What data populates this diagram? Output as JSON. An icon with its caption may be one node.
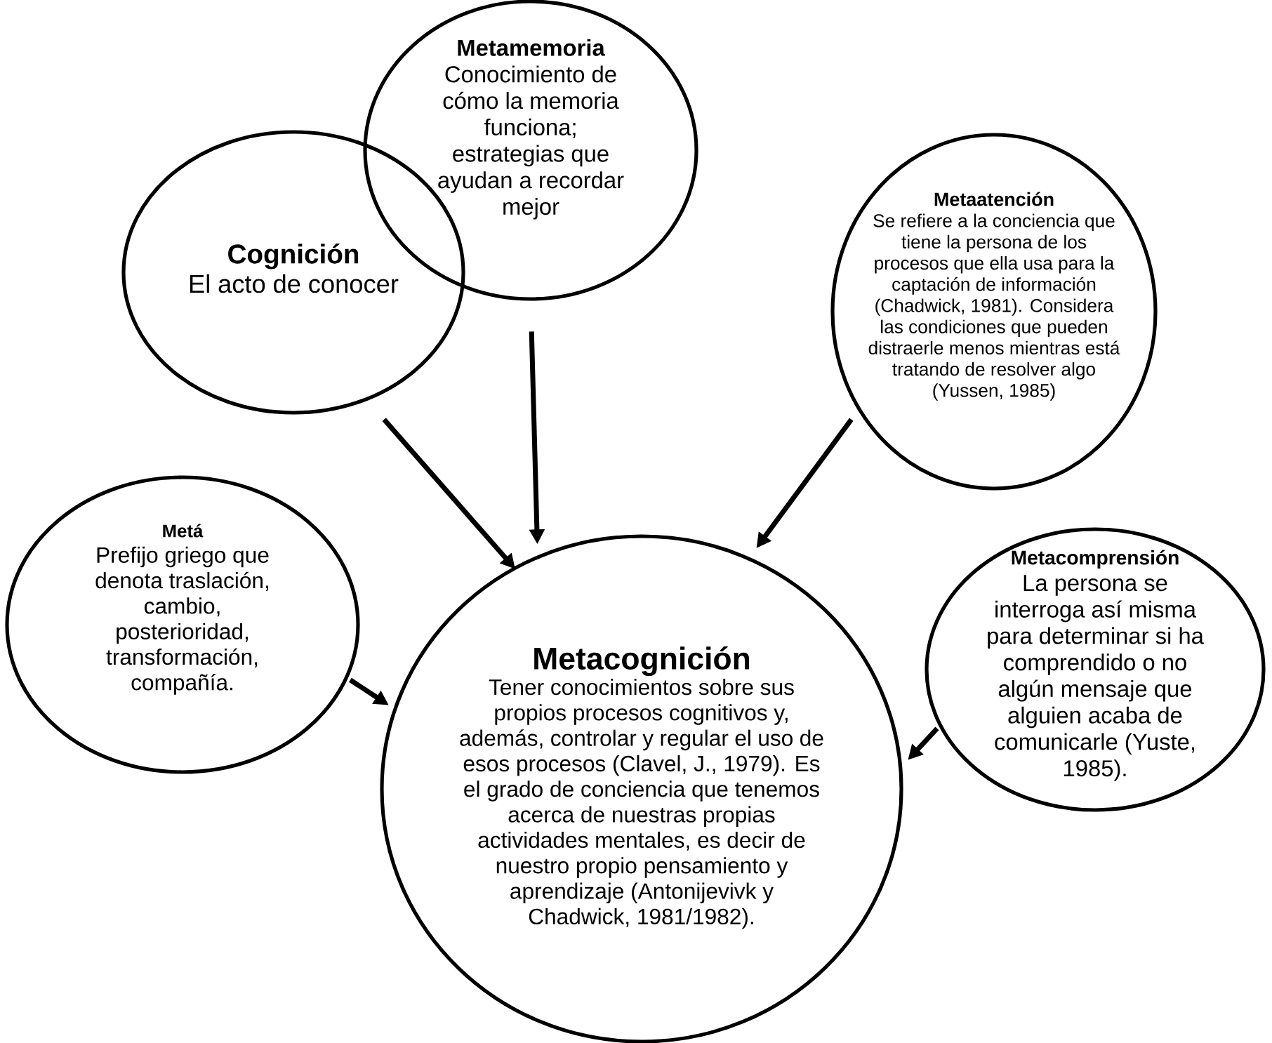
{
  "diagram": {
    "nodes": [
      {
        "text": [
          "Cognición",
          "El acto de conocer"
        ]
      },
      {
        "text": [
          "Metamemoria",
          "Conocimiento de cómo la memoria funciona; estrategias que ayudan a recordar mejor"
        ]
      },
      {
        "text": [
          "Metaatención",
          "Se refiere a la conciencia que tiene la persona de los procesos que ella usa para la captación de información (Chadwick, 1981). Considera las condiciones que pueden distraerle menos mientras está tratando de resolver algo (Yussen, 1985)"
        ]
      },
      {
        "text": [
          "Metá",
          "Prefijo griego que denota traslación, cambio, posterioridad, transformación, compañía."
        ]
      },
      {
        "text": [
          "Metacognición",
          "Tener conocimientos sobre sus propios procesos cognitivos y, además, controlar y regular el uso de esos procesos (Clavel, J., 1979). Es el grado de conciencia que tenemos acerca de nuestras propias actividades mentales, es decir de nuestro propio pensamiento y aprendizaje (Antonijevivk y Chadwick, 1981/1982)."
        ]
      },
      {
        "text": [
          "Metacomprensión",
          "La persona se interroga así misma para determinar si ha comprendido o no algún mensaje que alguien acaba de comunicarle (Yuste, 1985)."
        ]
      }
    ],
    "edges": [
      {
        "from": 0,
        "to": 4,
        "arrow": "to"
      },
      {
        "from": 1,
        "to": 4,
        "arrow": "to"
      },
      {
        "from": 2,
        "to": 4,
        "arrow": "to"
      },
      {
        "from": 3,
        "to": 4,
        "arrow": "to"
      },
      {
        "from": 5,
        "to": 4,
        "arrow": "to"
      }
    ]
  }
}
